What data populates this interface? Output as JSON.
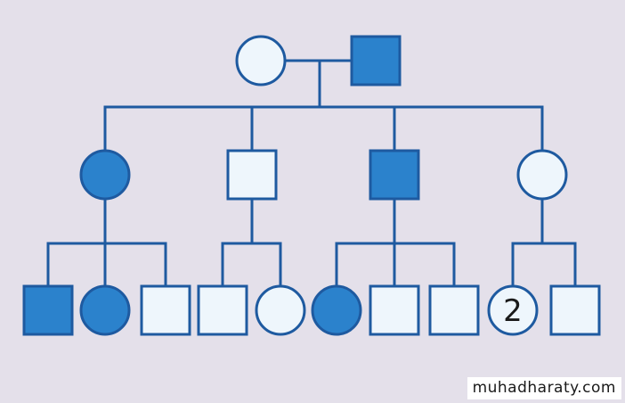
{
  "colors": {
    "background": "#e4e0ea",
    "line": "#1e5aa0",
    "affected": "#2b82cc",
    "unaffected": "#eef6fc"
  },
  "watermark": {
    "text": "muhadharaty.com"
  },
  "pedigree": {
    "generations": [
      {
        "members": [
          {
            "id": "g1-mother",
            "sex": "female",
            "affected": false,
            "label": ""
          },
          {
            "id": "g1-father",
            "sex": "male",
            "affected": true,
            "label": ""
          }
        ]
      },
      {
        "members": [
          {
            "id": "g2-daughter-1",
            "sex": "female",
            "affected": true,
            "label": ""
          },
          {
            "id": "g2-son-1",
            "sex": "male",
            "affected": false,
            "label": ""
          },
          {
            "id": "g2-son-2",
            "sex": "male",
            "affected": true,
            "label": ""
          },
          {
            "id": "g2-daughter-2",
            "sex": "female",
            "affected": false,
            "label": ""
          }
        ]
      },
      {
        "families": [
          {
            "parent": "g2-daughter-1",
            "children": [
              {
                "id": "g3-a1",
                "sex": "male",
                "affected": true,
                "label": ""
              },
              {
                "id": "g3-a2",
                "sex": "female",
                "affected": true,
                "label": ""
              },
              {
                "id": "g3-a3",
                "sex": "male",
                "affected": false,
                "label": ""
              }
            ]
          },
          {
            "parent": "g2-son-1",
            "children": [
              {
                "id": "g3-b1",
                "sex": "male",
                "affected": false,
                "label": ""
              },
              {
                "id": "g3-b2",
                "sex": "female",
                "affected": false,
                "label": ""
              }
            ]
          },
          {
            "parent": "g2-son-2",
            "children": [
              {
                "id": "g3-c1",
                "sex": "female",
                "affected": true,
                "label": ""
              },
              {
                "id": "g3-c2",
                "sex": "male",
                "affected": false,
                "label": ""
              },
              {
                "id": "g3-c3",
                "sex": "male",
                "affected": false,
                "label": ""
              }
            ]
          },
          {
            "parent": "g2-daughter-2",
            "children": [
              {
                "id": "g3-d1",
                "sex": "female",
                "affected": false,
                "label": "2"
              },
              {
                "id": "g3-d2",
                "sex": "male",
                "affected": false,
                "label": ""
              }
            ]
          }
        ]
      }
    ]
  }
}
